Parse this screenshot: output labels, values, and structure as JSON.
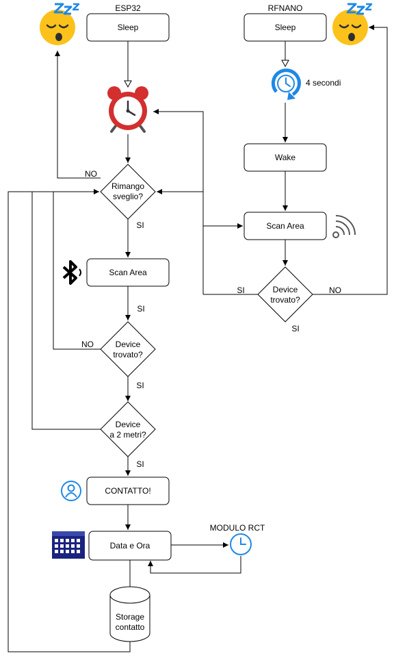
{
  "titles": {
    "esp32": "ESP32",
    "rfnano": "RFNANO",
    "modulo_rct": "MODULO RCT"
  },
  "nodes": {
    "esp_sleep": "Sleep",
    "rf_sleep": "Sleep",
    "rimango_1": "Rimango",
    "rimango_2": "sveglio?",
    "scan_area_esp": "Scan Area",
    "device_trovato_esp_1": "Device",
    "device_trovato_esp_2": "trovato?",
    "device_2m_1": "Device",
    "device_2m_2": "a 2 metri?",
    "contatto": "CONTATTO!",
    "data_ora": "Data e Ora",
    "storage_1": "Storage",
    "storage_2": "contatto",
    "wake": "Wake",
    "scan_area_rf": "Scan Area",
    "device_trovato_rf_1": "Device",
    "device_trovato_rf_2": "trovato?"
  },
  "edge_labels": {
    "no_rimango": "NO",
    "si_rimango": "SI",
    "si_scan": "SI",
    "no_trovato": "NO",
    "si_trovato": "SI",
    "si_2m": "SI",
    "si_rf_left": "SI",
    "no_rf_right": "NO",
    "si_rf_bottom": "SI",
    "timer": "4 secondi"
  },
  "icons": {
    "sleep_esp": "sleeping-face-icon",
    "sleep_rf": "sleeping-face-icon",
    "alarm": "alarm-clock-icon",
    "timer": "timer-icon",
    "bluetooth": "bluetooth-icon",
    "wifi": "wireless-signal-icon",
    "user": "user-icon",
    "calendar": "calendar-icon",
    "clock": "clock-icon"
  },
  "colors": {
    "line": "#000000",
    "node_fill": "#ffffff",
    "icon_blue": "#1e88e5",
    "emoji_yellow": "#fcc21b",
    "alarm_red": "#d32f2f",
    "calendar_navy": "#1a237e"
  }
}
